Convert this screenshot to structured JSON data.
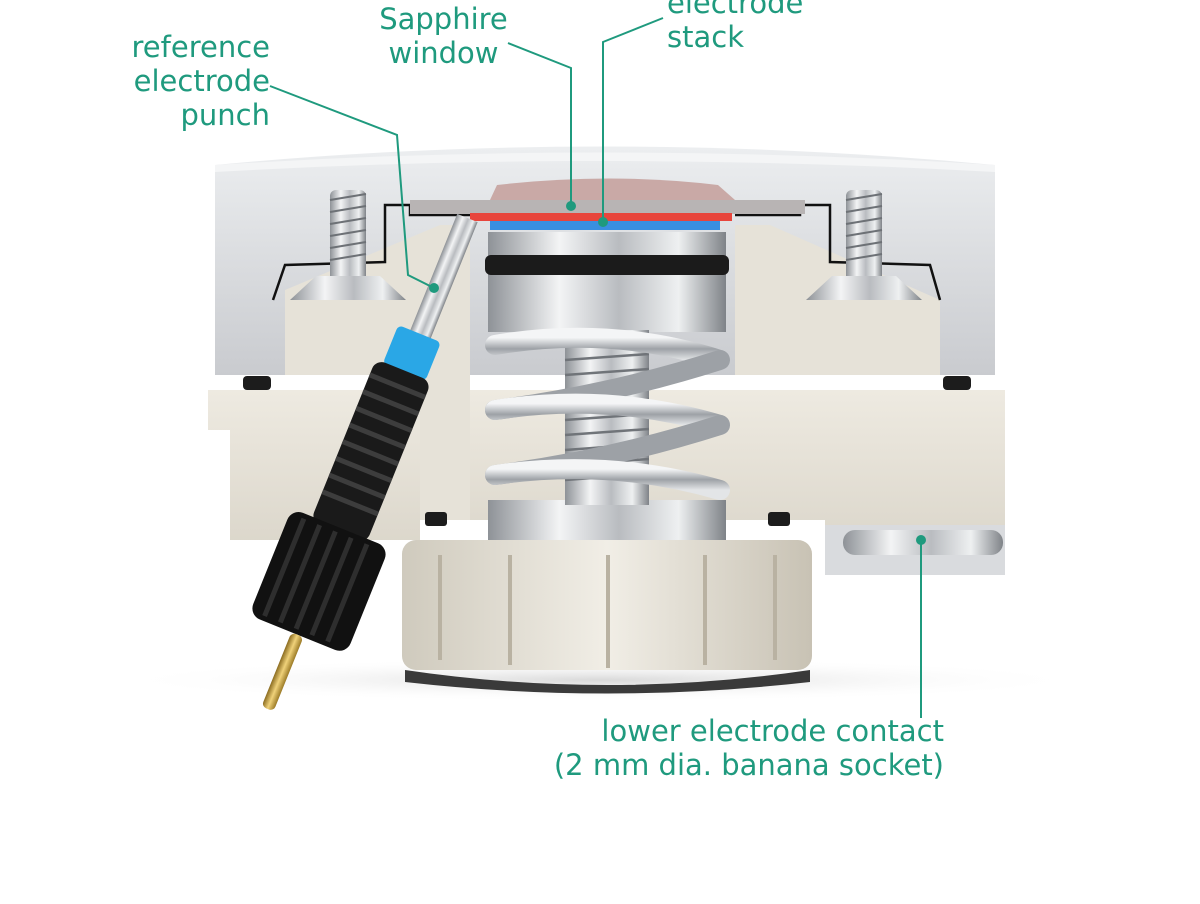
{
  "labels": {
    "reference_punch": [
      "reference",
      "electrode",
      "punch"
    ],
    "sapphire_window": [
      "Sapphire",
      "window"
    ],
    "electrode_stack": [
      "electrode",
      "stack"
    ],
    "lower_contact": [
      "lower electrode contact",
      "(2 mm dia. banana socket)"
    ]
  },
  "colors": {
    "annotation": "#1f9a7e",
    "housing_grey": "#dcdde0",
    "housing_cream": "#e4e0d6",
    "stack_red": "#e8453c",
    "stack_blue": "#3a8fe0",
    "black_part": "#1a1a1a",
    "blue_part": "#2aa7e6",
    "pin_gold": "#c9a23a"
  }
}
